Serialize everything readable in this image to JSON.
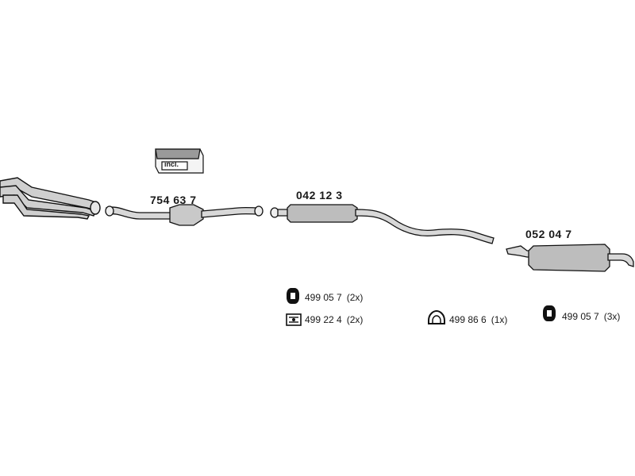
{
  "parts": {
    "catalytic_converter": "754 63 7",
    "middle_silencer": "042 12 3",
    "rear_silencer": "052 04 7"
  },
  "mounting_kit": {
    "label": "incl."
  },
  "accessories": [
    {
      "icon": "rubber-mount-icon",
      "number": "499 05 7",
      "qty": "(2x)"
    },
    {
      "icon": "clamp-icon",
      "number": "499 22 4",
      "qty": "(2x)"
    },
    {
      "icon": "gasket-ring-icon",
      "number": "499 86 6",
      "qty": "(1x)"
    },
    {
      "icon": "rubber-mount-icon",
      "number": "499 05 7",
      "qty": "(3x)"
    }
  ]
}
